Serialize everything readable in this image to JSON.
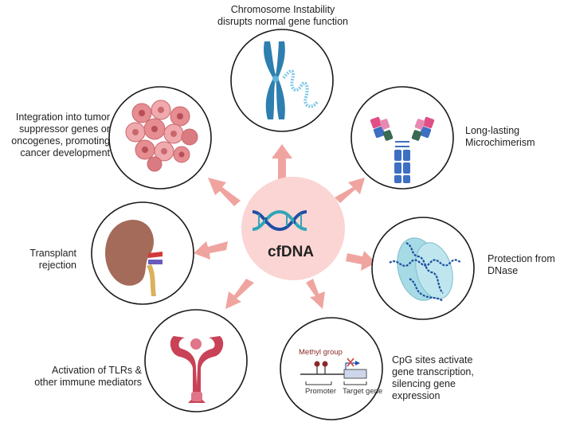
{
  "center": {
    "label": "cfDNA"
  },
  "nodes": {
    "chromosome": {
      "label": "Chromosome Instability\ndisrupts normal gene function"
    },
    "microchimerism": {
      "label": "Long-lasting\nMicrochimerism"
    },
    "dnase": {
      "label": "Protection from\nDNase"
    },
    "cpg": {
      "label": "CpG sites activate\ngene transcription,\nsilencing gene\nexpression",
      "methyl_group": "Methyl group",
      "promoter": "Promoter",
      "target_gene": "Target gene"
    },
    "tlr": {
      "label": "Activation of TLRs &\nother immune mediators"
    },
    "transplant": {
      "label": "Transplant\nrejection"
    },
    "integration": {
      "label": "Integration into tumor\nsuppressor genes or\noncogenes, promoting\ncancer development"
    }
  },
  "colors": {
    "arrow": "#f0a4a0",
    "center_fill": "#fbd5d3",
    "circle_stroke": "#1a1a1a",
    "chromosome": "#2d7fb0",
    "antibody_blue": "#3d6fc2",
    "antibody_pink": "#e04f86",
    "antibody_green": "#3b6a52",
    "nucleosome": "#a6dbe6",
    "dna_strand": "#1f4fa3",
    "kidney": "#a46a5a",
    "tlr": "#c94257",
    "cells": "#e58d91",
    "methyl": "#8b2a2a"
  }
}
